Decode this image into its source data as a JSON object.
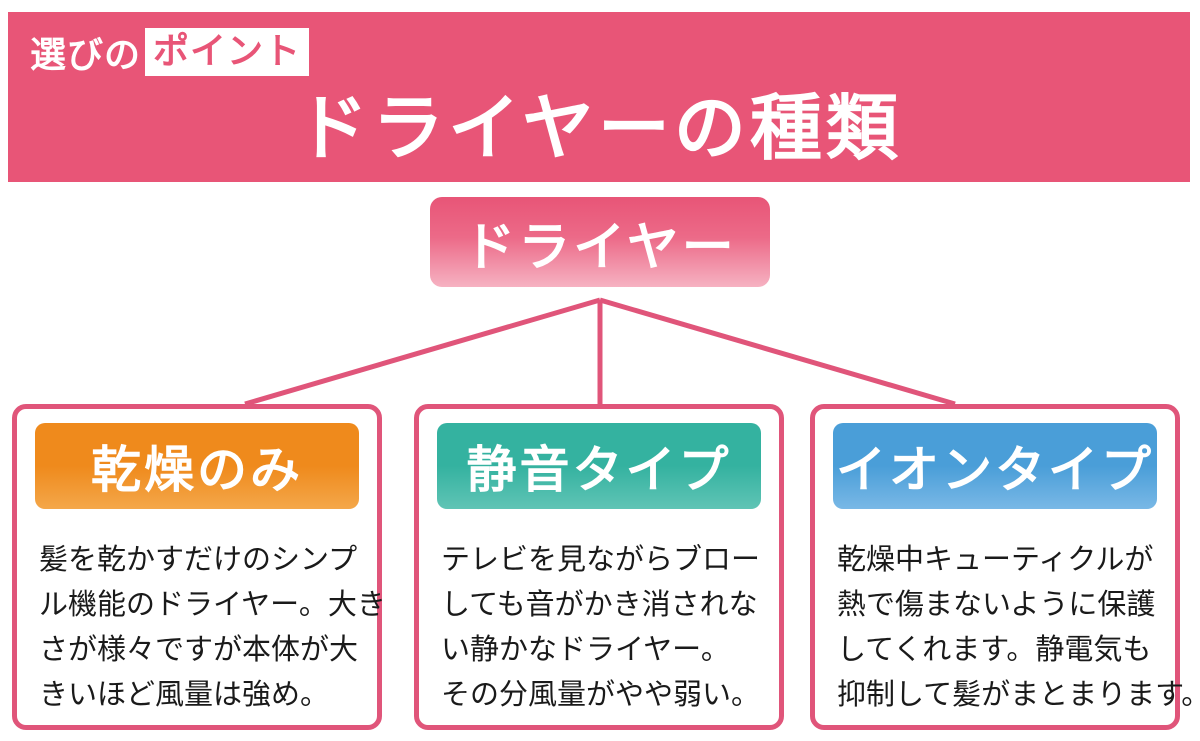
{
  "header": {
    "eyebrow_prefix": "選びの",
    "eyebrow_highlight": "ポイント",
    "title": "ドライヤーの種類"
  },
  "root": {
    "label": "ドライヤー"
  },
  "cards": [
    {
      "title": "乾燥のみ",
      "color_top": "#ef8a1c",
      "color_bottom": "#f4a74a",
      "lines": [
        "髪を乾かすだけのシンプ",
        "ル機能のドライヤー。大き",
        "さが様々ですが本体が大",
        "きいほど風量は強め。"
      ]
    },
    {
      "title": "静音タイプ",
      "color_top": "#34b2a0",
      "color_bottom": "#5fc4b5",
      "lines": [
        "テレビを見ながらブロー",
        "しても音がかき消されな",
        "い静かなドライヤー。",
        "その分風量がやや弱い。"
      ]
    },
    {
      "title": "イオンタイプ",
      "color_top": "#4a9ed8",
      "color_bottom": "#79b8e6",
      "lines": [
        "乾燥中キューティクルが",
        "熱で傷まないように保護",
        "してくれます。静電気も",
        "抑制して髪がまとまります。"
      ]
    }
  ]
}
